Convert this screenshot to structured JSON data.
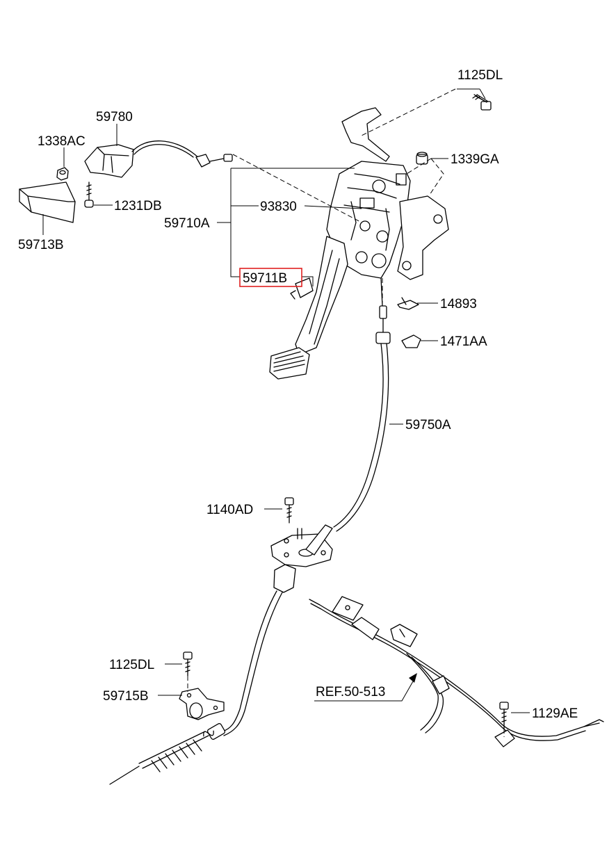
{
  "labels": {
    "p1125DL_top": "1125DL",
    "p59780": "59780",
    "p1338AC": "1338AC",
    "p1339GA": "1339GA",
    "p1231DB": "1231DB",
    "p93830": "93830",
    "p59710A": "59710A",
    "p59713B": "59713B",
    "p59711B": "59711B",
    "p14893": "14893",
    "p1471AA": "1471AA",
    "p59750A": "59750A",
    "p1140AD": "1140AD",
    "p1125DL_bot": "1125DL",
    "p59715B": "59715B",
    "ref": "REF.50-513",
    "p1129AE": "1129AE"
  },
  "colors": {
    "line": "#000000",
    "highlight": "#e02020",
    "background": "#ffffff"
  }
}
